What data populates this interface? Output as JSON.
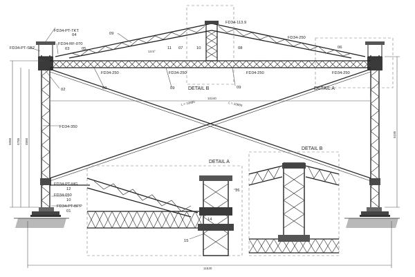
{
  "labels": {
    "fd34_pt_tkt": "FD34-PT-TKT",
    "n04": "04",
    "fd34_pt_sb2": "FD34-PT-SB2",
    "fd34_rf_070": "FD34-RF-070",
    "n03": "03",
    "n05": "05",
    "n09_left": "09",
    "fd34_113_9": "FD34-113.9",
    "fd34_250_top_right": "FD34-250",
    "n06": "06",
    "n08": "08",
    "n10": "10",
    "n11": "11",
    "n07": "07",
    "angle": "13.5°",
    "fd34_250_a": "FD34-250",
    "fd34_250_b": "FD34-250",
    "fd34_250_c": "FD34-250",
    "fd34_250_d": "FD34-250",
    "n09_a": "09",
    "n09_b": "09",
    "n09_c": "09",
    "n02": "02",
    "detail_b_top": "DETAIL B",
    "detail_a_top": "DETAIL A",
    "dim_10240": "10240",
    "brace_a": "L = 10680",
    "brace_b": "L = 10680",
    "fd34_350": "FD34-350",
    "detail_b_inset": "DETAIL B",
    "detail_a_inset": "DETAIL A",
    "fd34_pt_mg": "FD34-PT-MG",
    "n12": "12",
    "fd34_050": "FD34-050",
    "n10_bottom": "10",
    "fd34_pt_bpp": "FD34-PT-BPP",
    "n01": "01",
    "n14": "14",
    "n15": "15",
    "n16": "16",
    "dim_5080": "5080",
    "dim_4785": "4785",
    "dim_4880": "4880",
    "dim_5185": "5185",
    "dim_11530": "11530"
  }
}
